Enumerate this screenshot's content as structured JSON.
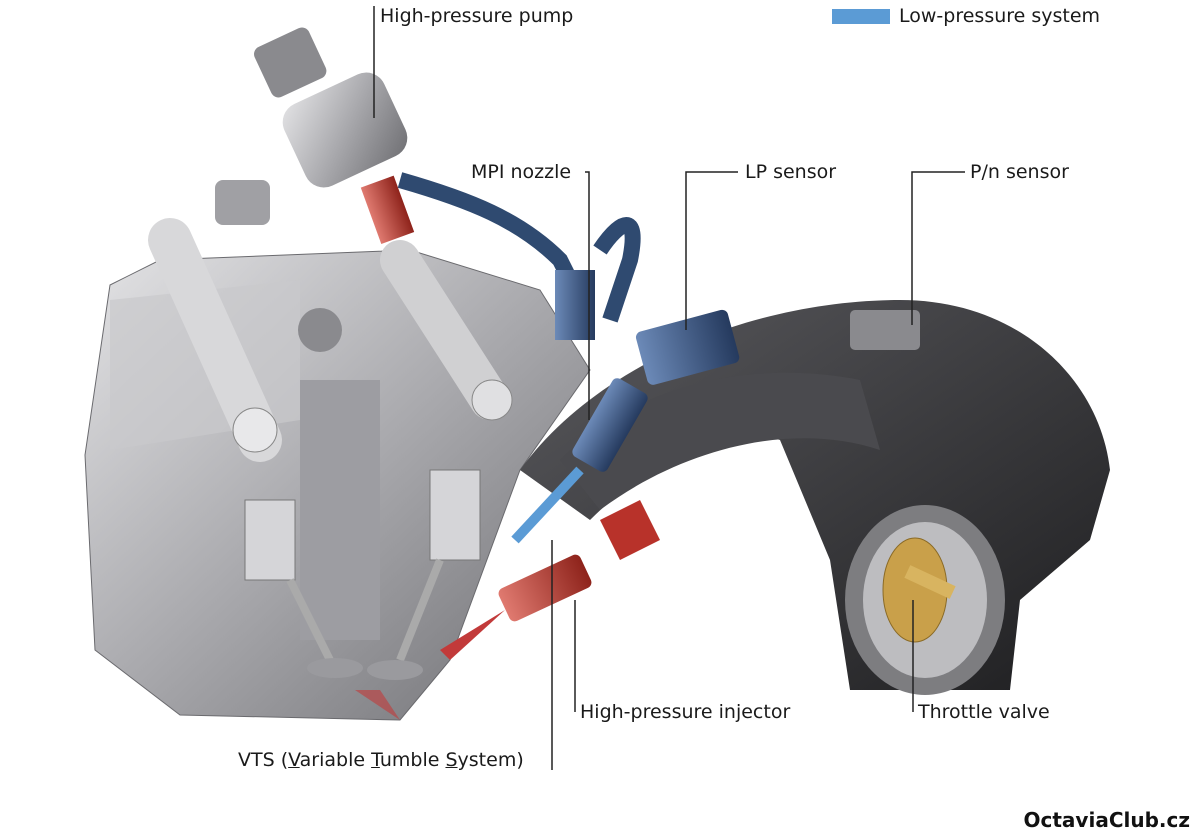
{
  "labels": {
    "high_pressure_pump": "High-pressure pump",
    "mpi_nozzle": "MPI nozzle",
    "lp_sensor": "LP sensor",
    "pn_sensor": "P/n sensor",
    "high_pressure_injector": "High-pressure injector",
    "throttle_valve": "Throttle valve",
    "vts": {
      "prefix": "VTS (",
      "v": "V",
      "ariable": "ariable ",
      "t": "T",
      "umble": "umble ",
      "s": "S",
      "ystem": "ystem)"
    }
  },
  "legend": {
    "label": "Low-pressure system",
    "color": "#5b9bd5"
  },
  "watermark": "OctaviaClub.cz",
  "colors": {
    "low_pressure": "#3d5a80",
    "high_pressure": "#c0392b",
    "metal": "#b8b8bc",
    "manifold": "#3a3a3c",
    "throttle": "#c9a04a"
  }
}
